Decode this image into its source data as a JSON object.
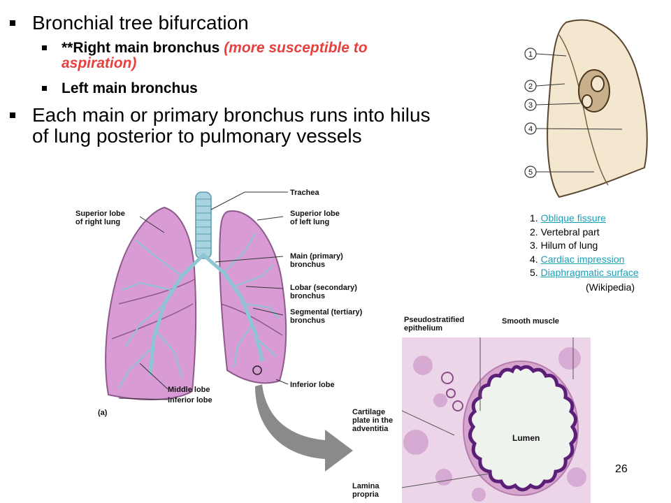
{
  "bullets": {
    "b1": "Bronchial tree bifurcation",
    "b1a_prefix": "**Right main bronchus ",
    "b1a_red_line1": "(more susceptible to",
    "b1a_red_line2": "aspiration)",
    "b1b": "Left main bronchus",
    "b2_line1": "Each main or primary bronchus runs into hilus",
    "b2_line2": "of lung posterior to pulmonary vessels"
  },
  "lung_labels": {
    "trachea": "Trachea",
    "superior_right_1": "Superior lobe",
    "superior_right_2": "of right lung",
    "superior_left_1": "Superior lobe",
    "superior_left_2": "of left lung",
    "main_1": "Main (primary)",
    "main_2": "bronchus",
    "lobar_1": "Lobar (secondary)",
    "lobar_2": "bronchus",
    "segmental_1": "Segmental (tertiary)",
    "segmental_2": "bronchus",
    "middle_lobe": "Middle lobe",
    "inferior_lobe": "Inferior lobe",
    "inferior_lobe_left": "Inferior lobe",
    "panel": "(a)"
  },
  "histo_labels": {
    "pseudo_1": "Pseudostratified",
    "pseudo_2": "epithelium",
    "smooth_muscle": "Smooth muscle",
    "cartilage_1": "Cartilage",
    "cartilage_2": "plate in the",
    "cartilage_3": "adventitia",
    "lumen": "Lumen",
    "lamina_1": "Lamina",
    "lamina_2": "propria"
  },
  "diagram_markers": [
    "1",
    "2",
    "3",
    "4",
    "5"
  ],
  "legend": {
    "items": [
      {
        "num": "1. ",
        "text": "Oblique fissure",
        "link": true
      },
      {
        "num": "2. ",
        "text": "Vertebral part",
        "link": false
      },
      {
        "num": "3. ",
        "text": "Hilum of lung",
        "link": false
      },
      {
        "num": "4. ",
        "text": "Cardiac impression",
        "link": true
      },
      {
        "num": "5. ",
        "text": "Diaphragmatic surface",
        "link": true
      }
    ],
    "source": "(Wikipedia)"
  },
  "page_number": "26",
  "colors": {
    "red_text": "#e8403d",
    "link": "#1a9fb8",
    "lung_fill": "#d89bd5",
    "bronchi": "#8cc6d3",
    "arrow": "#8a8a8a",
    "histo_bg": "#ecd5e8"
  }
}
